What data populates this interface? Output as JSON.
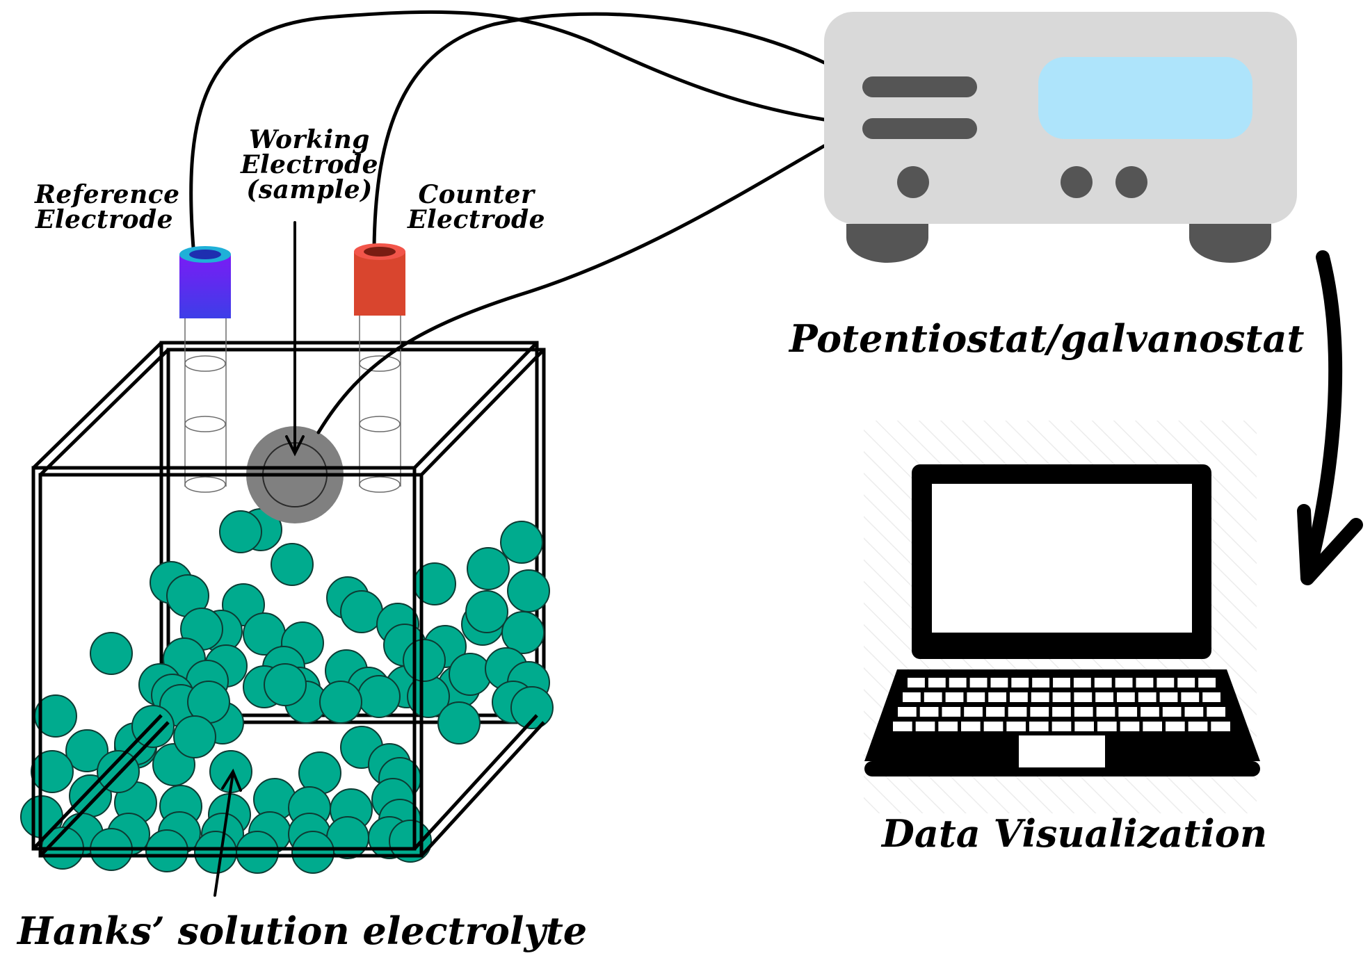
{
  "labels": {
    "reference": [
      "Reference",
      "Electrode"
    ],
    "working": [
      "Working",
      "Electrode",
      "(sample)"
    ],
    "counter": [
      "Counter",
      "Electrode"
    ],
    "potentiostat": "Potentiostat/galvanostat",
    "data_visualization": "Data Visualization",
    "electrolyte": "Hanks’ solution electrolyte"
  },
  "colors": {
    "particle_fill": "#00ab8e",
    "particle_stroke": "#0d3b33",
    "reference_electrode": "#7a1cf5",
    "reference_electrode_top": "#1fb0d8",
    "counter_electrode": "#d9452e",
    "counter_electrode_top": "#f2554a",
    "sample": "#808080",
    "instrument_body": "#d9d9d9",
    "instrument_screen": "#aee4fb",
    "instrument_dark": "#555555",
    "outline": "#000000"
  },
  "icons": {
    "instrument": "potentiostat-icon",
    "computer": "laptop-icon",
    "flow": "curved-arrow-icon"
  }
}
